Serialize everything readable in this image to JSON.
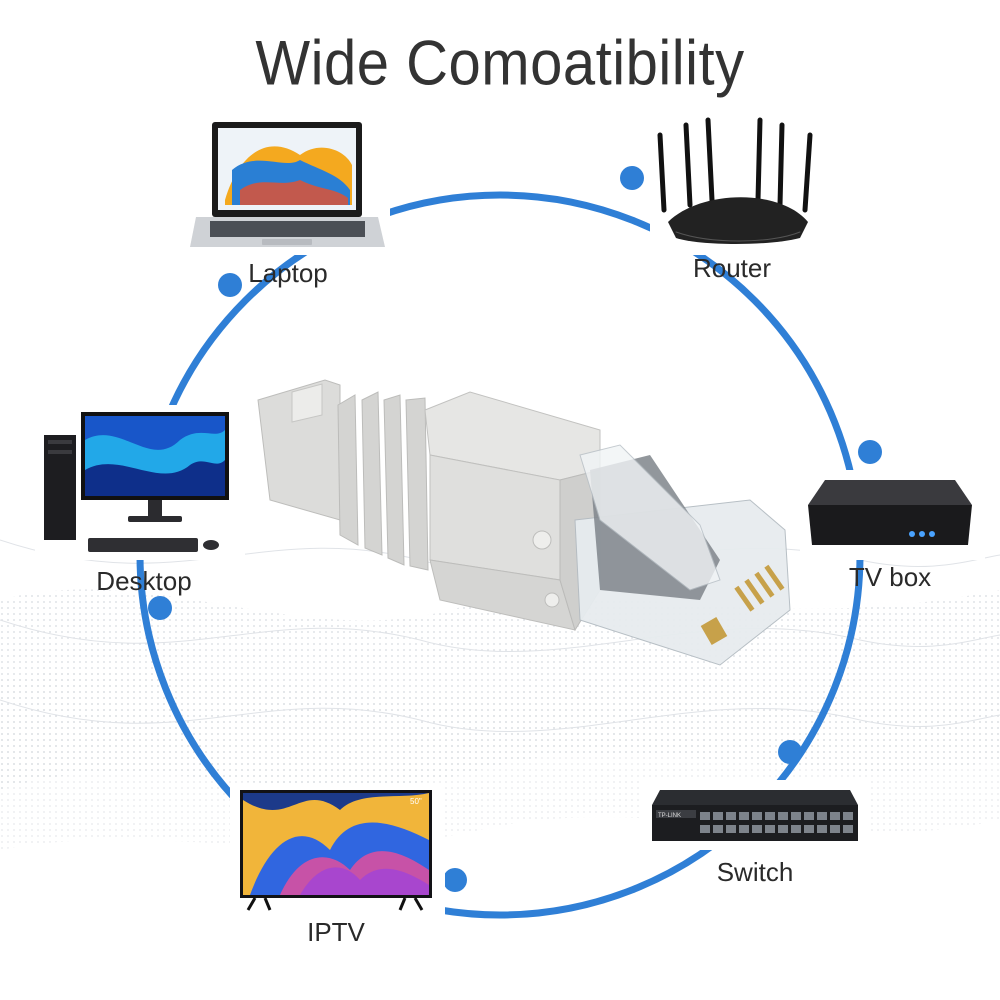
{
  "title": "Wide Comoatibility",
  "accent_color": "#2f7fd6",
  "devices": [
    {
      "id": "laptop",
      "label": "Laptop",
      "icon": "laptop-icon"
    },
    {
      "id": "router",
      "label": "Router",
      "icon": "router-icon"
    },
    {
      "id": "tvbox",
      "label": "TV box",
      "icon": "tv-box-icon"
    },
    {
      "id": "switch",
      "label": "Switch",
      "icon": "network-switch-icon"
    },
    {
      "id": "iptv",
      "label": "IPTV",
      "icon": "television-icon"
    },
    {
      "id": "desktop",
      "label": "Desktop",
      "icon": "desktop-computer-icon"
    }
  ],
  "tv_badge": "50\"",
  "switch_brand": "TP-LINK",
  "center_image": "rj45-connector-icon"
}
